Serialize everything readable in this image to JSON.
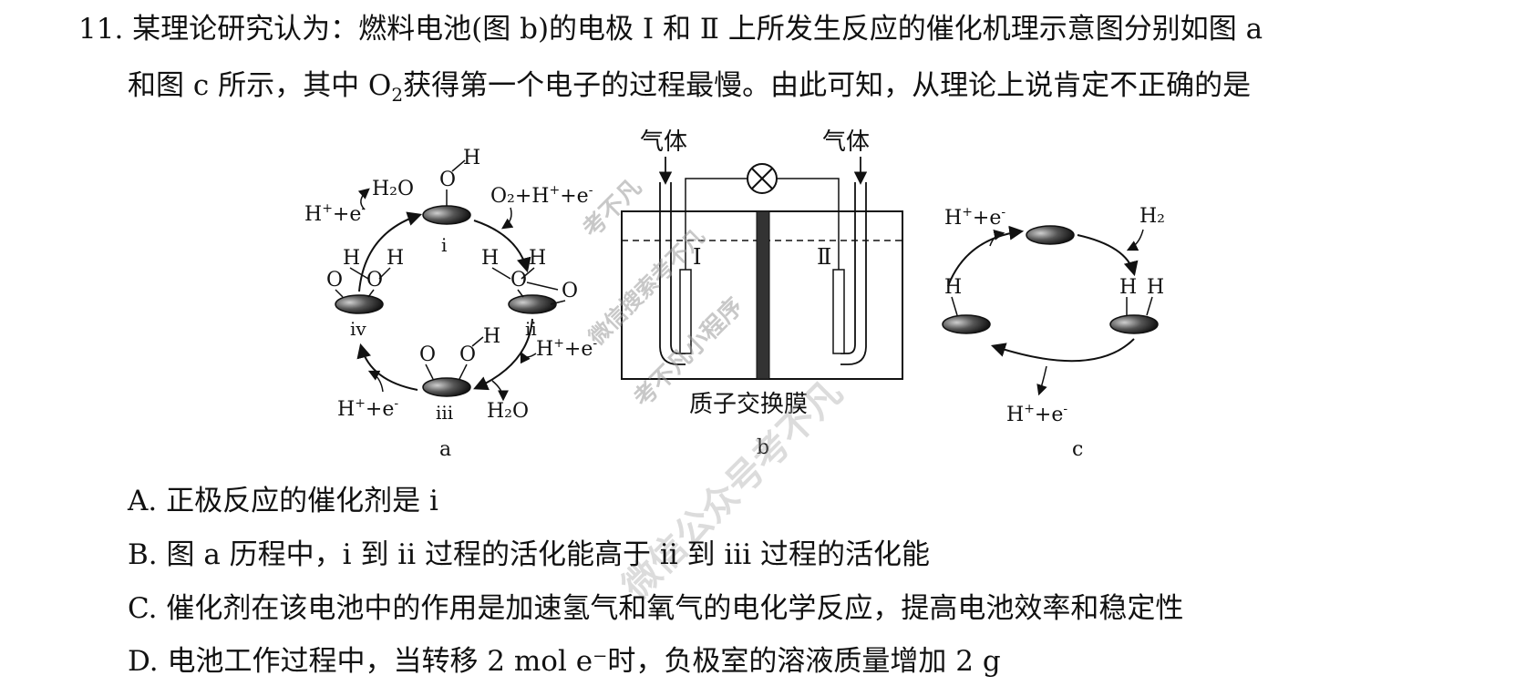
{
  "question": {
    "line1": "11. 某理论研究认为：燃料电池(图 b)的电极 Ⅰ 和 Ⅱ 上所发生反应的催化机理示意图分别如图 a",
    "line2_before": "和图 c 所示，其中 O",
    "line2_sub": "2",
    "line2_after": "获得第一个电子的过程最慢。由此可知，从理论上说肯定不正确的是"
  },
  "figure_a": {
    "caption": "a",
    "step_i": "i",
    "step_ii": "ii",
    "step_iii": "iii",
    "step_iv": "iv",
    "atom_H": "H",
    "atom_O": "O",
    "reagent_top_left_h": "H",
    "reagent_top_left_e": "e",
    "product_top_left": "H₂O",
    "reagent_top_right_o2": "O₂+H",
    "reagent_top_right_e": "e",
    "reagent_right_h": "H",
    "reagent_right_e": "e",
    "product_bottom": "H₂O",
    "reagent_bottom_left_h": "H",
    "reagent_bottom_left_e": "e",
    "plus": "+",
    "minus": "-"
  },
  "figure_b": {
    "caption": "b",
    "gas_left": "气体",
    "gas_right": "气体",
    "electrode_1": "Ⅰ",
    "electrode_2": "Ⅱ",
    "membrane_label": "质子交换膜"
  },
  "figure_c": {
    "caption": "c",
    "top_left_h": "H",
    "top_left_e": "e",
    "h2": "H₂",
    "atom_H": "H",
    "bottom_h": "H",
    "bottom_e": "e",
    "plus": "+",
    "minus": "-"
  },
  "options": {
    "A": "A. 正极反应的催化剂是 i",
    "B": "B. 图 a 历程中，i 到 ii 过程的活化能高于 ii 到 iii 过程的活化能",
    "C": "C. 催化剂在该电池中的作用是加速氢气和氧气的电化学反应，提高电池效率和稳定性",
    "D": "D. 电池工作过程中，当转移 2 mol e⁻时，负极室的溶液质量增加 2 g"
  },
  "watermarks": {
    "w1": "考不凡",
    "w2": "微信搜索考不凡",
    "w3": "微信公众号考不凡",
    "w4": "考不凡小程序"
  }
}
